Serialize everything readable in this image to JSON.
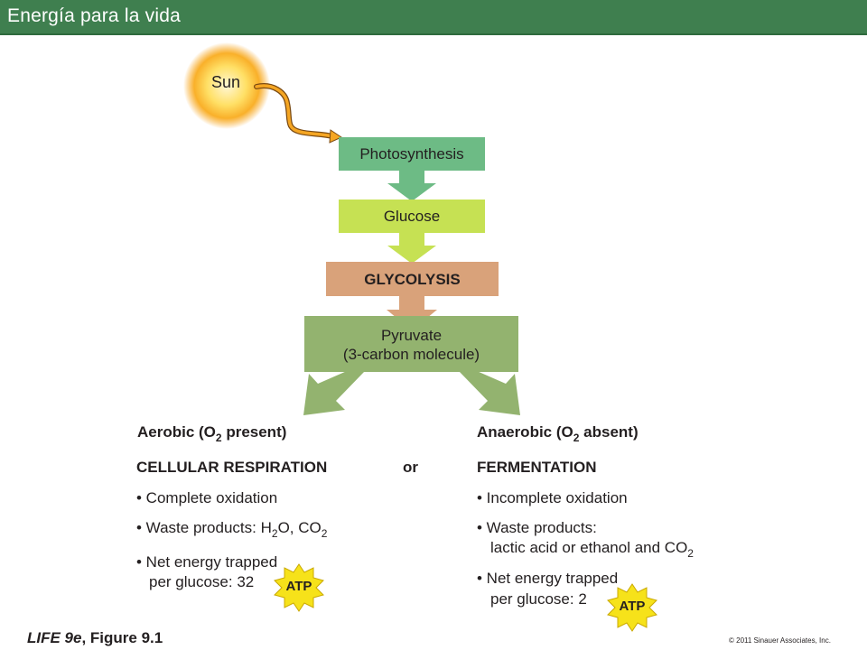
{
  "header": {
    "title": "Energía para la vida"
  },
  "diagram": {
    "sun": "Sun",
    "photosynthesis": "Photosynthesis",
    "glucose": "Glucose",
    "glycolysis": "GLYCOLYSIS",
    "pyruvate_line1": "Pyruvate",
    "pyruvate_line2": "(3-carbon molecule)",
    "or": "or",
    "aerobic": {
      "heading_pre": "Aerobic (O",
      "heading_sub": "2",
      "heading_post": " present)",
      "process": "CELLULAR RESPIRATION",
      "bullet1": "• Complete oxidation",
      "bullet2_pre": "• Waste products: H",
      "bullet2_sub1": "2",
      "bullet2_mid": "O, CO",
      "bullet2_sub2": "2",
      "bullet3_line1": "• Net energy trapped",
      "bullet3_line2": "per glucose: 32",
      "atp": "ATP"
    },
    "anaerobic": {
      "heading_pre": "Anaerobic (O",
      "heading_sub": "2",
      "heading_post": " absent)",
      "process": "FERMENTATION",
      "bullet1": "• Incomplete oxidation",
      "bullet2_line1": "• Waste products:",
      "bullet2_line2_pre": "lactic acid or ethanol and CO",
      "bullet2_line2_sub": "2",
      "bullet3_line1": "• Net energy trapped",
      "bullet3_line2": "per glucose: 2",
      "atp": "ATP"
    }
  },
  "footer": {
    "figure_pre": "LIFE 9e",
    "figure_post": ", Figure 9.1",
    "copyright": "© 2011 Sinauer Associates, Inc."
  },
  "colors": {
    "title_bar": "#3f7f4f",
    "photosynthesis": "#6dbb85",
    "glucose": "#c6e153",
    "glycolysis": "#d9a27a",
    "pyruvate": "#93b36f",
    "sun": "#f7a21b",
    "atp_burst": "#f6e21a"
  }
}
